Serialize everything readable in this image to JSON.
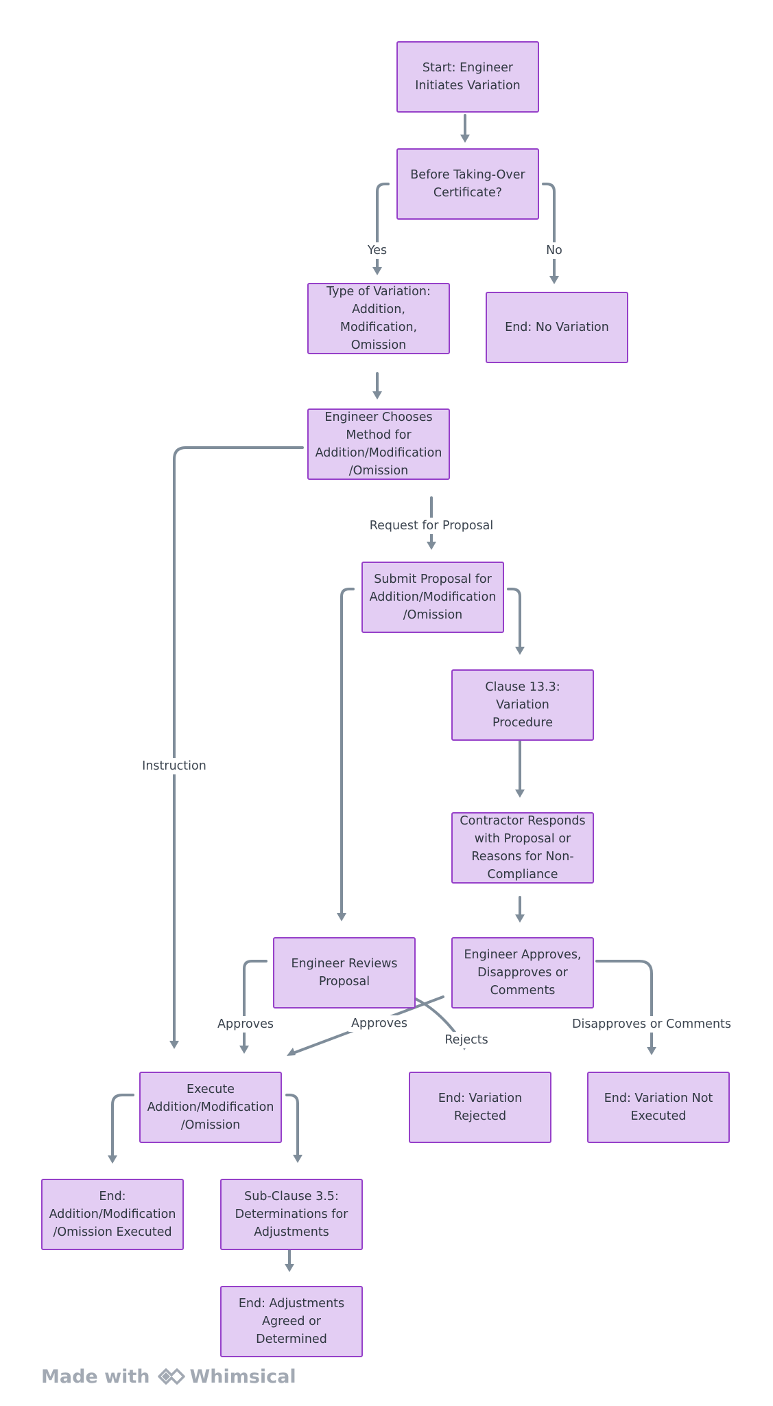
{
  "nodes": [
    {
      "id": "start",
      "text": "Start: Engineer Initiates Variation"
    },
    {
      "id": "before-taking-over",
      "text": "Before Taking-Over Certificate?"
    },
    {
      "id": "type-of-variation",
      "text": "Type of Variation: Addition, Modification, Omission"
    },
    {
      "id": "end-no-variation",
      "text": "End: No Variation"
    },
    {
      "id": "engineer-chooses-method",
      "text": "Engineer Chooses Method for Addition/Modification /Omission"
    },
    {
      "id": "submit-proposal",
      "text": "Submit Proposal for Addition/Modification /Omission"
    },
    {
      "id": "clause-13-3",
      "text": "Clause 13.3: Variation Procedure"
    },
    {
      "id": "contractor-responds",
      "text": "Contractor Responds with Proposal or Reasons for Non-Compliance"
    },
    {
      "id": "engineer-reviews-proposal",
      "text": "Engineer Reviews Proposal"
    },
    {
      "id": "engineer-approves-disapproves",
      "text": "Engineer Approves, Disapproves or Comments"
    },
    {
      "id": "execute",
      "text": "Execute Addition/Modification /Omission"
    },
    {
      "id": "end-variation-rejected",
      "text": "End: Variation Rejected"
    },
    {
      "id": "end-variation-not-executed",
      "text": "End: Variation Not Executed"
    },
    {
      "id": "end-executed",
      "text": "End: Addition/Modification /Omission Executed"
    },
    {
      "id": "sub-clause-3-5",
      "text": "Sub-Clause 3.5: Determinations for Adjustments"
    },
    {
      "id": "end-adjustments",
      "text": "End: Adjustments Agreed or Determined"
    }
  ],
  "edges": [
    {
      "id": "e1",
      "from": "start",
      "to": "before-taking-over",
      "label": ""
    },
    {
      "id": "e2",
      "from": "before-taking-over",
      "to": "type-of-variation",
      "label": "Yes"
    },
    {
      "id": "e3",
      "from": "before-taking-over",
      "to": "end-no-variation",
      "label": "No"
    },
    {
      "id": "e4",
      "from": "type-of-variation",
      "to": "engineer-chooses-method",
      "label": ""
    },
    {
      "id": "e5",
      "from": "engineer-chooses-method",
      "to": "execute",
      "label": "Instruction"
    },
    {
      "id": "e6",
      "from": "engineer-chooses-method",
      "to": "submit-proposal",
      "label": "Request for Proposal"
    },
    {
      "id": "e7",
      "from": "submit-proposal",
      "to": "engineer-reviews-proposal",
      "label": ""
    },
    {
      "id": "e8",
      "from": "submit-proposal",
      "to": "clause-13-3",
      "label": ""
    },
    {
      "id": "e9",
      "from": "clause-13-3",
      "to": "contractor-responds",
      "label": ""
    },
    {
      "id": "e10",
      "from": "contractor-responds",
      "to": "engineer-approves-disapproves",
      "label": ""
    },
    {
      "id": "e11",
      "from": "engineer-reviews-proposal",
      "to": "execute",
      "label": "Approves"
    },
    {
      "id": "e12",
      "from": "engineer-reviews-proposal",
      "to": "end-variation-rejected",
      "label": "Rejects"
    },
    {
      "id": "e13",
      "from": "engineer-approves-disapproves",
      "to": "execute",
      "label": "Approves"
    },
    {
      "id": "e14",
      "from": "engineer-approves-disapproves",
      "to": "end-variation-not-executed",
      "label": "Disapproves or Comments"
    },
    {
      "id": "e15",
      "from": "execute",
      "to": "end-executed",
      "label": ""
    },
    {
      "id": "e16",
      "from": "execute",
      "to": "sub-clause-3-5",
      "label": ""
    },
    {
      "id": "e17",
      "from": "sub-clause-3-5",
      "to": "end-adjustments",
      "label": ""
    }
  ],
  "footer": {
    "made_with": "Made with",
    "brand": "Whimsical",
    "logo_icon": "whimsical-logo-icon"
  },
  "colors": {
    "node_fill": "#e3cdf3",
    "node_border": "#9640c9",
    "edge": "#7f8d9a",
    "text": "#2f3740",
    "footer": "#a2a9b3"
  }
}
